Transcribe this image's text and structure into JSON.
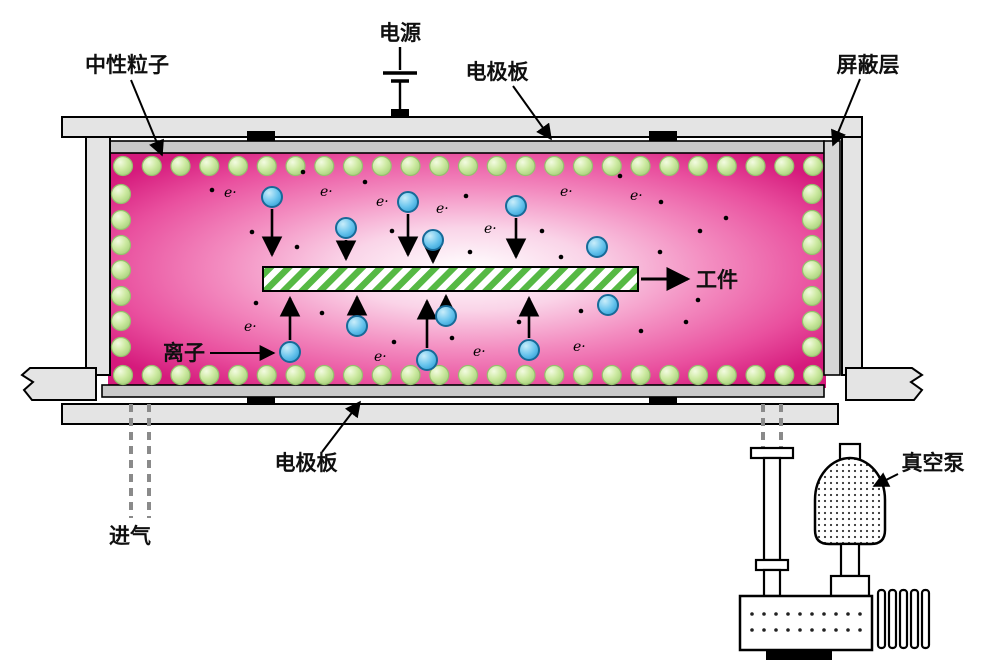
{
  "diagram": {
    "labels": {
      "power": "电源",
      "neutral_particles": "中性粒子",
      "electrode_top": "电极板",
      "shield_layer": "屏蔽层",
      "workpiece": "工件",
      "ion": "离子",
      "electrode_bottom": "电极板",
      "gas_inlet": "进气",
      "vacuum_pump": "真空泵"
    },
    "symbols": {
      "electron": "e·"
    },
    "colors": {
      "plasma_center": "#ffffff",
      "plasma_edge": "#d51a7c",
      "neutral_particle_green": "#c8e8a0",
      "ion_blue": "#58b9e8",
      "workpiece_stripe_green": "#56b944",
      "metal_gray": "#e4e4e4",
      "electrode_gray": "#c9c9c9"
    }
  }
}
